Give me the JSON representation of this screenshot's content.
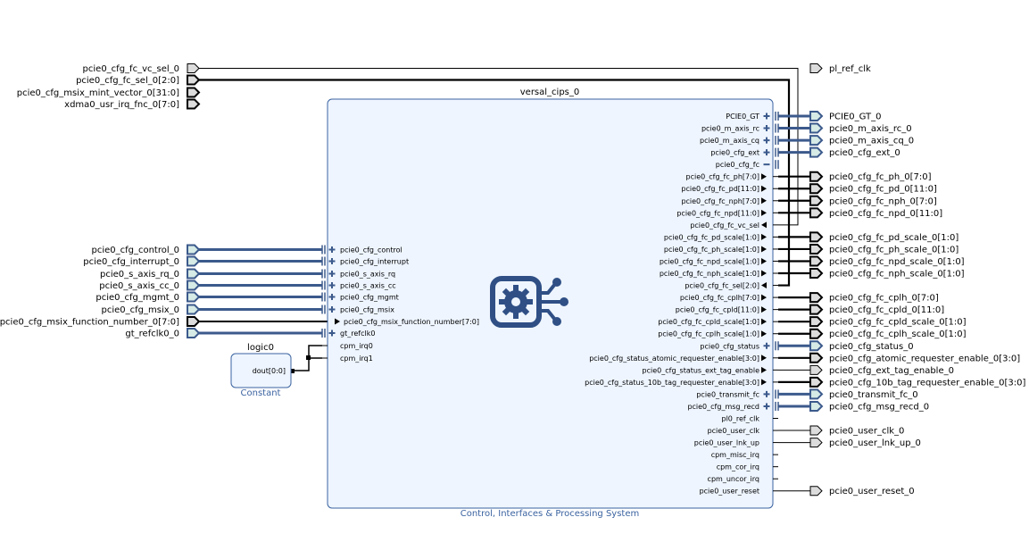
{
  "block": {
    "name": "versal_cips_0",
    "subtitle": "Control, Interfaces & Processing System",
    "left_pins": [
      {
        "label": "pcie0_cfg_control",
        "kind": "bus"
      },
      {
        "label": "pcie0_cfg_interrupt",
        "kind": "bus"
      },
      {
        "label": "pcie0_s_axis_rq",
        "kind": "bus"
      },
      {
        "label": "pcie0_s_axis_cc",
        "kind": "bus"
      },
      {
        "label": "pcie0_cfg_mgmt",
        "kind": "bus"
      },
      {
        "label": "pcie0_cfg_msix",
        "kind": "bus"
      },
      {
        "label": "pcie0_cfg_msix_function_number[7:0]",
        "kind": "in"
      },
      {
        "label": "gt_refclk0",
        "kind": "bus"
      },
      {
        "label": "cpm_irq0",
        "kind": "wire"
      },
      {
        "label": "cpm_irq1",
        "kind": "wire"
      }
    ],
    "right_pins": [
      {
        "label": "PCIE0_GT",
        "kind": "bus"
      },
      {
        "label": "pcie0_m_axis_rc",
        "kind": "bus"
      },
      {
        "label": "pcie0_m_axis_cq",
        "kind": "bus"
      },
      {
        "label": "pcie0_cfg_ext",
        "kind": "bus"
      },
      {
        "label": "pcie0_cfg_fc",
        "kind": "bus-collapsed"
      },
      {
        "label": "pcie0_cfg_fc_ph[7:0]",
        "kind": "out"
      },
      {
        "label": "pcie0_cfg_fc_pd[11:0]",
        "kind": "out"
      },
      {
        "label": "pcie0_cfg_fc_nph[7:0]",
        "kind": "out"
      },
      {
        "label": "pcie0_cfg_fc_npd[11:0]",
        "kind": "out"
      },
      {
        "label": "pcie0_cfg_fc_vc_sel",
        "kind": "in"
      },
      {
        "label": "pcie0_cfg_fc_pd_scale[1:0]",
        "kind": "out"
      },
      {
        "label": "pcie0_cfg_fc_ph_scale[1:0]",
        "kind": "out"
      },
      {
        "label": "pcie0_cfg_fc_npd_scale[1:0]",
        "kind": "out"
      },
      {
        "label": "pcie0_cfg_fc_nph_scale[1:0]",
        "kind": "out"
      },
      {
        "label": "pcie0_cfg_fc_sel[2:0]",
        "kind": "in"
      },
      {
        "label": "pcie0_cfg_fc_cplh[7:0]",
        "kind": "out"
      },
      {
        "label": "pcie0_cfg_fc_cpld[11:0]",
        "kind": "out"
      },
      {
        "label": "pcie0_cfg_fc_cpld_scale[1:0]",
        "kind": "out"
      },
      {
        "label": "pcie0_cfg_fc_cplh_scale[1:0]",
        "kind": "out"
      },
      {
        "label": "pcie0_cfg_status",
        "kind": "bus"
      },
      {
        "label": "pcie0_cfg_status_atomic_requester_enable[3:0]",
        "kind": "out"
      },
      {
        "label": "pcie0_cfg_status_ext_tag_enable",
        "kind": "out"
      },
      {
        "label": "pcie0_cfg_status_10b_tag_requester_enable[3:0]",
        "kind": "out"
      },
      {
        "label": "pcie0_transmit_fc",
        "kind": "bus"
      },
      {
        "label": "pcie0_cfg_msg_recd",
        "kind": "bus"
      },
      {
        "label": "pl0_ref_clk",
        "kind": "wire"
      },
      {
        "label": "pcie0_user_clk",
        "kind": "wire"
      },
      {
        "label": "pcie0_user_lnk_up",
        "kind": "wire"
      },
      {
        "label": "cpm_misc_irq",
        "kind": "wire"
      },
      {
        "label": "cpm_cor_irq",
        "kind": "wire"
      },
      {
        "label": "cpm_uncor_irq",
        "kind": "wire"
      },
      {
        "label": "pcie0_user_reset",
        "kind": "wire"
      }
    ]
  },
  "constant_block": {
    "name": "logic0",
    "subtitle": "Constant",
    "pin": "dout[0:0]"
  },
  "top_left_ports": [
    {
      "label": "pcie0_cfg_fc_vc_sel_0",
      "kind": "in-single"
    },
    {
      "label": "pcie0_cfg_fc_sel_0[2:0]",
      "kind": "in-bus"
    },
    {
      "label": "pcie0_cfg_msix_mint_vector_0[31:0]",
      "kind": "in-bus"
    },
    {
      "label": "xdma0_usr_irq_fnc_0[7:0]",
      "kind": "in-bus"
    }
  ],
  "left_ports": [
    {
      "label": "pcie0_cfg_control_0",
      "kind": "intf"
    },
    {
      "label": "pcie0_cfg_interrupt_0",
      "kind": "intf"
    },
    {
      "label": "pcie0_s_axis_rq_0",
      "kind": "intf"
    },
    {
      "label": "pcie0_s_axis_cc_0",
      "kind": "intf"
    },
    {
      "label": "pcie0_cfg_mgmt_0",
      "kind": "intf"
    },
    {
      "label": "pcie0_cfg_msix_0",
      "kind": "intf"
    },
    {
      "label": "pcie0_cfg_msix_function_number_0[7:0]",
      "kind": "in-bus"
    },
    {
      "label": "gt_refclk0_0",
      "kind": "intf"
    }
  ],
  "right_ports": [
    {
      "label": "pl_ref_clk",
      "kind": "out-single",
      "pin": -1
    },
    {
      "label": "PCIE0_GT_0",
      "kind": "intf",
      "pin": 0
    },
    {
      "label": "pcie0_m_axis_rc_0",
      "kind": "intf",
      "pin": 1
    },
    {
      "label": "pcie0_m_axis_cq_0",
      "kind": "intf",
      "pin": 2
    },
    {
      "label": "pcie0_cfg_ext_0",
      "kind": "intf",
      "pin": 3
    },
    {
      "label": "pcie0_cfg_fc_ph_0[7:0]",
      "kind": "out-bus",
      "pin": 5
    },
    {
      "label": "pcie0_cfg_fc_pd_0[11:0]",
      "kind": "out-bus",
      "pin": 6
    },
    {
      "label": "pcie0_cfg_fc_nph_0[7:0]",
      "kind": "out-bus",
      "pin": 7
    },
    {
      "label": "pcie0_cfg_fc_npd_0[11:0]",
      "kind": "out-bus",
      "pin": 8
    },
    {
      "label": "pcie0_cfg_fc_pd_scale_0[1:0]",
      "kind": "out-bus",
      "pin": 10
    },
    {
      "label": "pcie0_cfg_fc_ph_scale_0[1:0]",
      "kind": "out-bus",
      "pin": 11
    },
    {
      "label": "pcie0_cfg_fc_npd_scale_0[1:0]",
      "kind": "out-bus",
      "pin": 12
    },
    {
      "label": "pcie0_cfg_fc_nph_scale_0[1:0]",
      "kind": "out-bus",
      "pin": 13
    },
    {
      "label": "pcie0_cfg_fc_cplh_0[7:0]",
      "kind": "out-bus",
      "pin": 15
    },
    {
      "label": "pcie0_cfg_fc_cpld_0[11:0]",
      "kind": "out-bus",
      "pin": 16
    },
    {
      "label": "pcie0_cfg_fc_cpld_scale_0[1:0]",
      "kind": "out-bus",
      "pin": 17
    },
    {
      "label": "pcie0_cfg_fc_cplh_scale_0[1:0]",
      "kind": "out-bus",
      "pin": 18
    },
    {
      "label": "pcie0_cfg_status_0",
      "kind": "intf",
      "pin": 19
    },
    {
      "label": "pcie0_cfg_atomic_requester_enable_0[3:0]",
      "kind": "out-bus",
      "pin": 20
    },
    {
      "label": "pcie0_cfg_ext_tag_enable_0",
      "kind": "out-single",
      "pin": 21
    },
    {
      "label": "pcie0_cfg_10b_tag_requester_enable_0[3:0]",
      "kind": "out-bus",
      "pin": 22
    },
    {
      "label": "pcie0_transmit_fc_0",
      "kind": "intf",
      "pin": 23
    },
    {
      "label": "pcie0_cfg_msg_recd_0",
      "kind": "intf",
      "pin": 24
    },
    {
      "label": "pcie0_user_clk_0",
      "kind": "out-single",
      "pin": 26
    },
    {
      "label": "pcie0_user_lnk_up_0",
      "kind": "out-single",
      "pin": 27
    },
    {
      "label": "pcie0_user_reset_0",
      "kind": "out-single",
      "pin": 31
    }
  ],
  "colors": {
    "bus": "#3c5a8c",
    "wire": "#000000",
    "block_fill": "#eef5ff",
    "block_stroke": "#3b63a0",
    "port_intf_fill": "#d6eae6",
    "port_fill": "#dcdcdc",
    "icon": "#2f4f85"
  },
  "icons": {
    "block_logo": "gear-chip-icon"
  }
}
